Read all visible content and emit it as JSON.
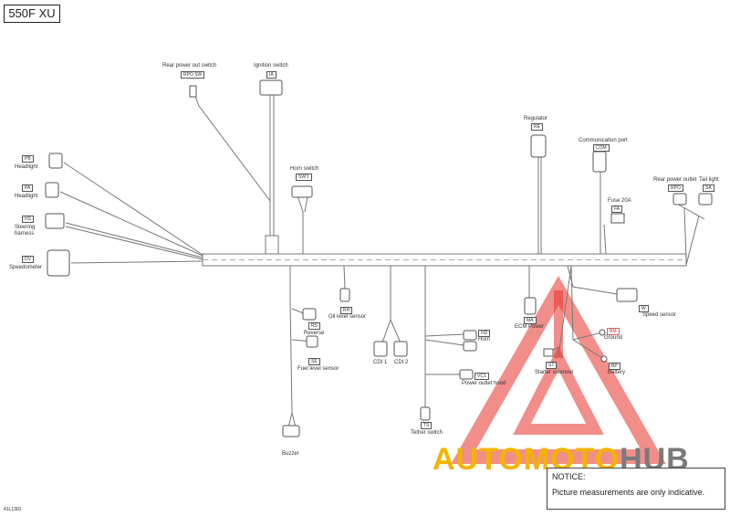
{
  "title": "550F XU",
  "ref": "41L1301",
  "notice": {
    "heading": "NOTICE:",
    "body": "Picture measurements are only indicative."
  },
  "watermark": {
    "part1": "AUTOMOTO",
    "part2": "HUB",
    "color1": "#f2b400",
    "color2": "#7a7a7a",
    "logo": "triangle-logo",
    "logo_color": "#e8322a"
  },
  "components": [
    {
      "id": "rpo-sw",
      "name": "Rear power out switch",
      "code": "RPO SW"
    },
    {
      "id": "ia",
      "name": "Ignition switch",
      "code": "IA"
    },
    {
      "id": "pb",
      "name": "Headlight",
      "code": "PB"
    },
    {
      "id": "pa",
      "name": "Headlight",
      "code": "PA"
    },
    {
      "id": "hs",
      "name": "Steering harness",
      "code": "HS"
    },
    {
      "id": "dv",
      "name": "Speedometer",
      "code": "DV"
    },
    {
      "id": "swh",
      "name": "Horn switch",
      "code": "SW'1"
    },
    {
      "id": "re",
      "name": "Regulator",
      "code": "RE"
    },
    {
      "id": "com",
      "name": "Communication port",
      "code": "COM"
    },
    {
      "id": "fa2",
      "name": "Fuse 20A",
      "code": "FA"
    },
    {
      "id": "rpo",
      "name": "Rear power outlet",
      "code": "RPO"
    },
    {
      "id": "sa",
      "name": "Tail light",
      "code": "SA"
    },
    {
      "id": "rh",
      "name": "Oil level sensor",
      "code": "RH"
    },
    {
      "id": "rs",
      "name": "Reverse",
      "code": "RS"
    },
    {
      "id": "se",
      "name": "Fuel level sensor",
      "code": "SE"
    },
    {
      "id": "cdi1",
      "name": "CDI 1",
      "code": ""
    },
    {
      "id": "cdi2",
      "name": "CDI 2",
      "code": ""
    },
    {
      "id": "hd",
      "name": "Horn",
      "code": "HD"
    },
    {
      "id": "vc1",
      "name": "Power outlet hood",
      "code": "VC1"
    },
    {
      "id": "ts",
      "name": "Tether switch",
      "code": "TS"
    },
    {
      "id": "buz",
      "name": "Buzzer",
      "code": ""
    },
    {
      "id": "ma",
      "name": "ECM Power",
      "code": "MA"
    },
    {
      "id": "ss",
      "name": "Speed sensor",
      "code": "W"
    },
    {
      "id": "bm",
      "name": "Ground",
      "code": "BM"
    },
    {
      "id": "bp",
      "name": "Battery",
      "code": "BP"
    },
    {
      "id": "st",
      "name": "Starter solenoid",
      "code": "ST"
    }
  ]
}
